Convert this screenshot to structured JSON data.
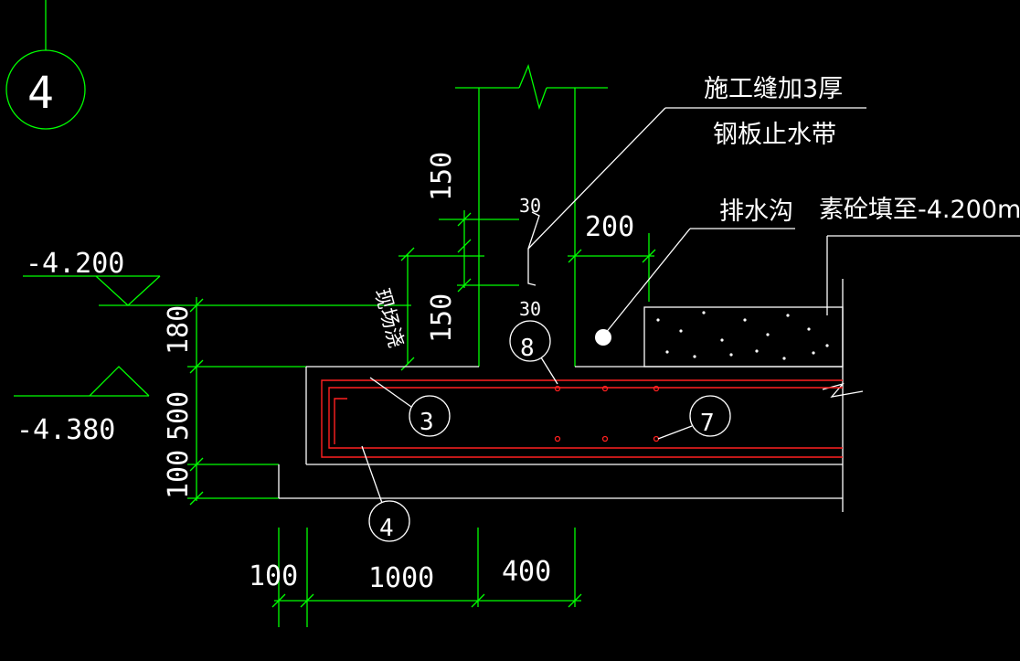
{
  "detail_marker": "4",
  "annotations": {
    "joint_line1": "施工缝加3厚",
    "joint_line2": "钢板止水带",
    "drain": "排水沟",
    "fill": "素砼填至-4.200m",
    "cast_in_place": "现场浇"
  },
  "elevations": {
    "top": "-4.200",
    "bottom": "-4.380"
  },
  "dimensions": {
    "wall_upper": "150",
    "wall_lower": "150",
    "plate_30_top": "30",
    "plate_30_bottom": "30",
    "trench_width": "200",
    "step_180": "180",
    "slab_500": "500",
    "cushion_100": "100",
    "h_100": "100",
    "h_1000": "1000",
    "h_400": "400"
  },
  "callouts": {
    "c3": "3",
    "c4": "4",
    "c7": "7",
    "c8": "8"
  },
  "colors": {
    "dimension_lines": "#00ff00",
    "outline": "#ffffff",
    "rebar": "#ff2020",
    "background": "#000000"
  }
}
